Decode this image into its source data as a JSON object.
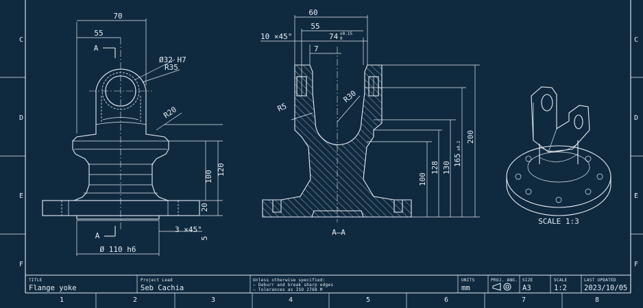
{
  "border": {
    "rows": [
      "C",
      "D",
      "E",
      "F"
    ],
    "columns": [
      "1",
      "2",
      "3",
      "4",
      "5",
      "6",
      "7",
      "8"
    ]
  },
  "front_view": {
    "dims": {
      "w70": "70",
      "w55": "55",
      "bore": "Ø32 H7",
      "r35": "R35",
      "r20": "R20",
      "h100": "100",
      "h120": "120",
      "h20": "20",
      "chamfer": "3 ×45°",
      "h5": "5",
      "base_dia": "Ø 110 h6",
      "section_a": "A"
    }
  },
  "section_view": {
    "label": "A–A",
    "dims": {
      "w60": "60",
      "w55": "55",
      "w74": "74",
      "w74_tol": "±0.15",
      "w74_tol_low": "0",
      "w7": "7",
      "chamfer": "10 ×45°",
      "r5": "R5",
      "r30": "R30",
      "h100": "100",
      "h128": "128",
      "h130": "130",
      "h165": "165",
      "h165_tol": "±0.2",
      "h200": "200"
    }
  },
  "iso_view": {
    "scale_label": "SCALE 1:3"
  },
  "title_block": {
    "title_caption": "TITLE",
    "title": "Flange yoke",
    "lead_caption": "Project Lead",
    "lead": "Seb Cachia",
    "notes_caption": "Unless otherwise specified:",
    "note1": "– Deburr and break sharp edges",
    "note2": "– Tolerances as ISO 2768 M",
    "units_caption": "UNITS",
    "units": "mm",
    "proj_caption": "PROJ. ANG.",
    "size_caption": "SIZE",
    "size": "A3",
    "scale_caption": "SCALE",
    "scale": "1:2",
    "updated_caption": "LAST UPDATED",
    "updated": "2023/10/05"
  }
}
